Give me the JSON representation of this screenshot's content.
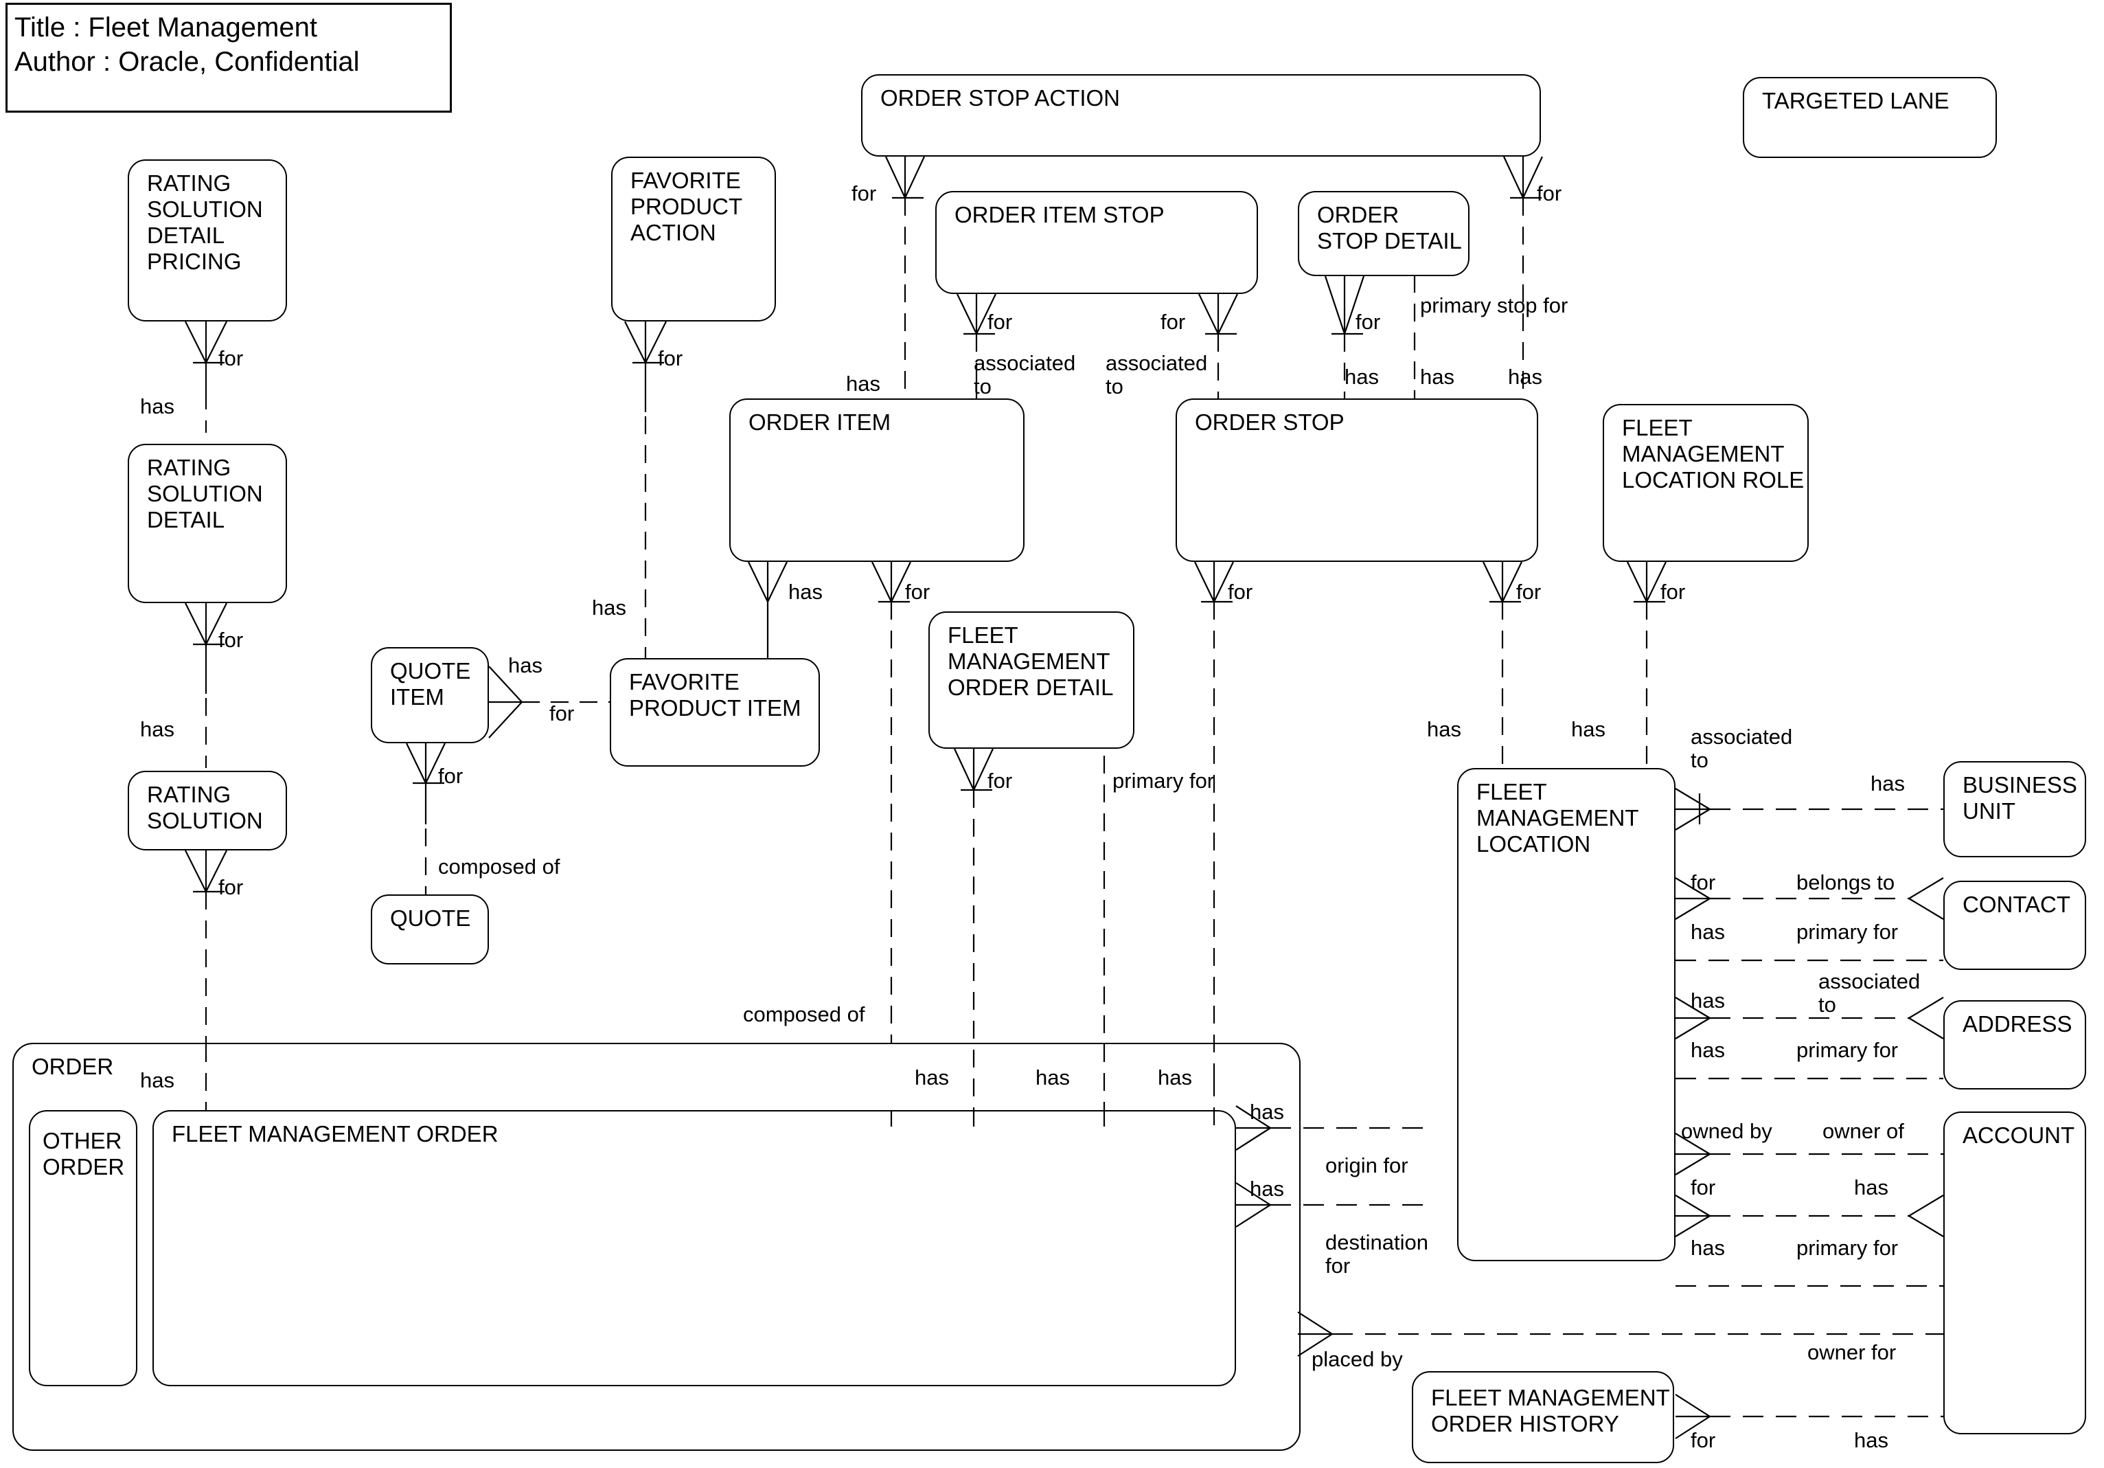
{
  "title_block": {
    "line1": "Title : Fleet Management",
    "line2": "Author : Oracle, Confidential"
  },
  "entities": [
    {
      "id": "rating-solution-detail-pricing",
      "name": "RATING\nSOLUTION\nDETAIL\nPRICING"
    },
    {
      "id": "rating-solution-detail",
      "name": "RATING\nSOLUTION\nDETAIL"
    },
    {
      "id": "rating-solution",
      "name": "RATING\nSOLUTION"
    },
    {
      "id": "favorite-product-action",
      "name": "FAVORITE\nPRODUCT\nACTION"
    },
    {
      "id": "quote-item",
      "name": "QUOTE\nITEM"
    },
    {
      "id": "favorite-product-item",
      "name": "FAVORITE\nPRODUCT ITEM"
    },
    {
      "id": "quote",
      "name": "QUOTE"
    },
    {
      "id": "order-stop-action",
      "name": "ORDER STOP ACTION"
    },
    {
      "id": "order-item-stop",
      "name": "ORDER ITEM STOP"
    },
    {
      "id": "order-stop-detail",
      "name": "ORDER\nSTOP DETAIL"
    },
    {
      "id": "order-item",
      "name": "ORDER ITEM"
    },
    {
      "id": "order-stop",
      "name": "ORDER STOP"
    },
    {
      "id": "fleet-management-order-detail",
      "name": "FLEET\nMANAGEMENT\nORDER DETAIL"
    },
    {
      "id": "fleet-management-location-role",
      "name": "FLEET\nMANAGEMENT\nLOCATION ROLE"
    },
    {
      "id": "targeted-lane",
      "name": "TARGETED LANE"
    },
    {
      "id": "fleet-management-location",
      "name": "FLEET\nMANAGEMENT\nLOCATION"
    },
    {
      "id": "business-unit",
      "name": "BUSINESS\nUNIT"
    },
    {
      "id": "contact",
      "name": "CONTACT"
    },
    {
      "id": "address",
      "name": "ADDRESS"
    },
    {
      "id": "account",
      "name": "ACCOUNT"
    },
    {
      "id": "order",
      "name": "ORDER"
    },
    {
      "id": "other-order",
      "name": "OTHER\nORDER"
    },
    {
      "id": "fleet-management-order",
      "name": "FLEET MANAGEMENT ORDER"
    },
    {
      "id": "fleet-management-order-history",
      "name": "FLEET MANAGEMENT\nORDER HISTORY"
    }
  ],
  "labels": {
    "l01": "for",
    "l02": "has",
    "l03": "for",
    "l04": "has",
    "l05": "for",
    "l06": "for",
    "l07": "has",
    "l08": "has",
    "l09": "for",
    "l10": "for",
    "l11": "composed of",
    "l12": "for",
    "l13": "for",
    "l14": "has",
    "l15": "for",
    "l16": "for",
    "l17": "associated\nto",
    "l18": "associated\nto",
    "l19": "for",
    "l20": "primary stop for",
    "l21": "has",
    "l22": "has",
    "l23": "has",
    "l24": "has",
    "l25": "for",
    "l26": "for",
    "l27": "for",
    "l28": "for",
    "l29": "has",
    "l30": "has",
    "l31": "for",
    "l32": "primary for",
    "l33": "associated\nto",
    "l34": "has",
    "l35": "for",
    "l36": "belongs to",
    "l37": "has",
    "l38": "primary for",
    "l39": "has",
    "l40": "associated\nto",
    "l41": "has",
    "l42": "primary for",
    "l43": "owned by",
    "l44": "owner of",
    "l45": "for",
    "l46": "has",
    "l47": "has",
    "l48": "primary for",
    "l49": "composed of",
    "l50": "has",
    "l51": "has",
    "l52": "has",
    "l53": "has",
    "l54": "origin for",
    "l55": "has",
    "l56": "destination\nfor",
    "l57": "placed by",
    "l58": "owner for",
    "l59": "for",
    "l60": "has",
    "l61": "has"
  },
  "colors": {
    "stroke": "#000000",
    "background": "#ffffff",
    "text": "#000000"
  }
}
